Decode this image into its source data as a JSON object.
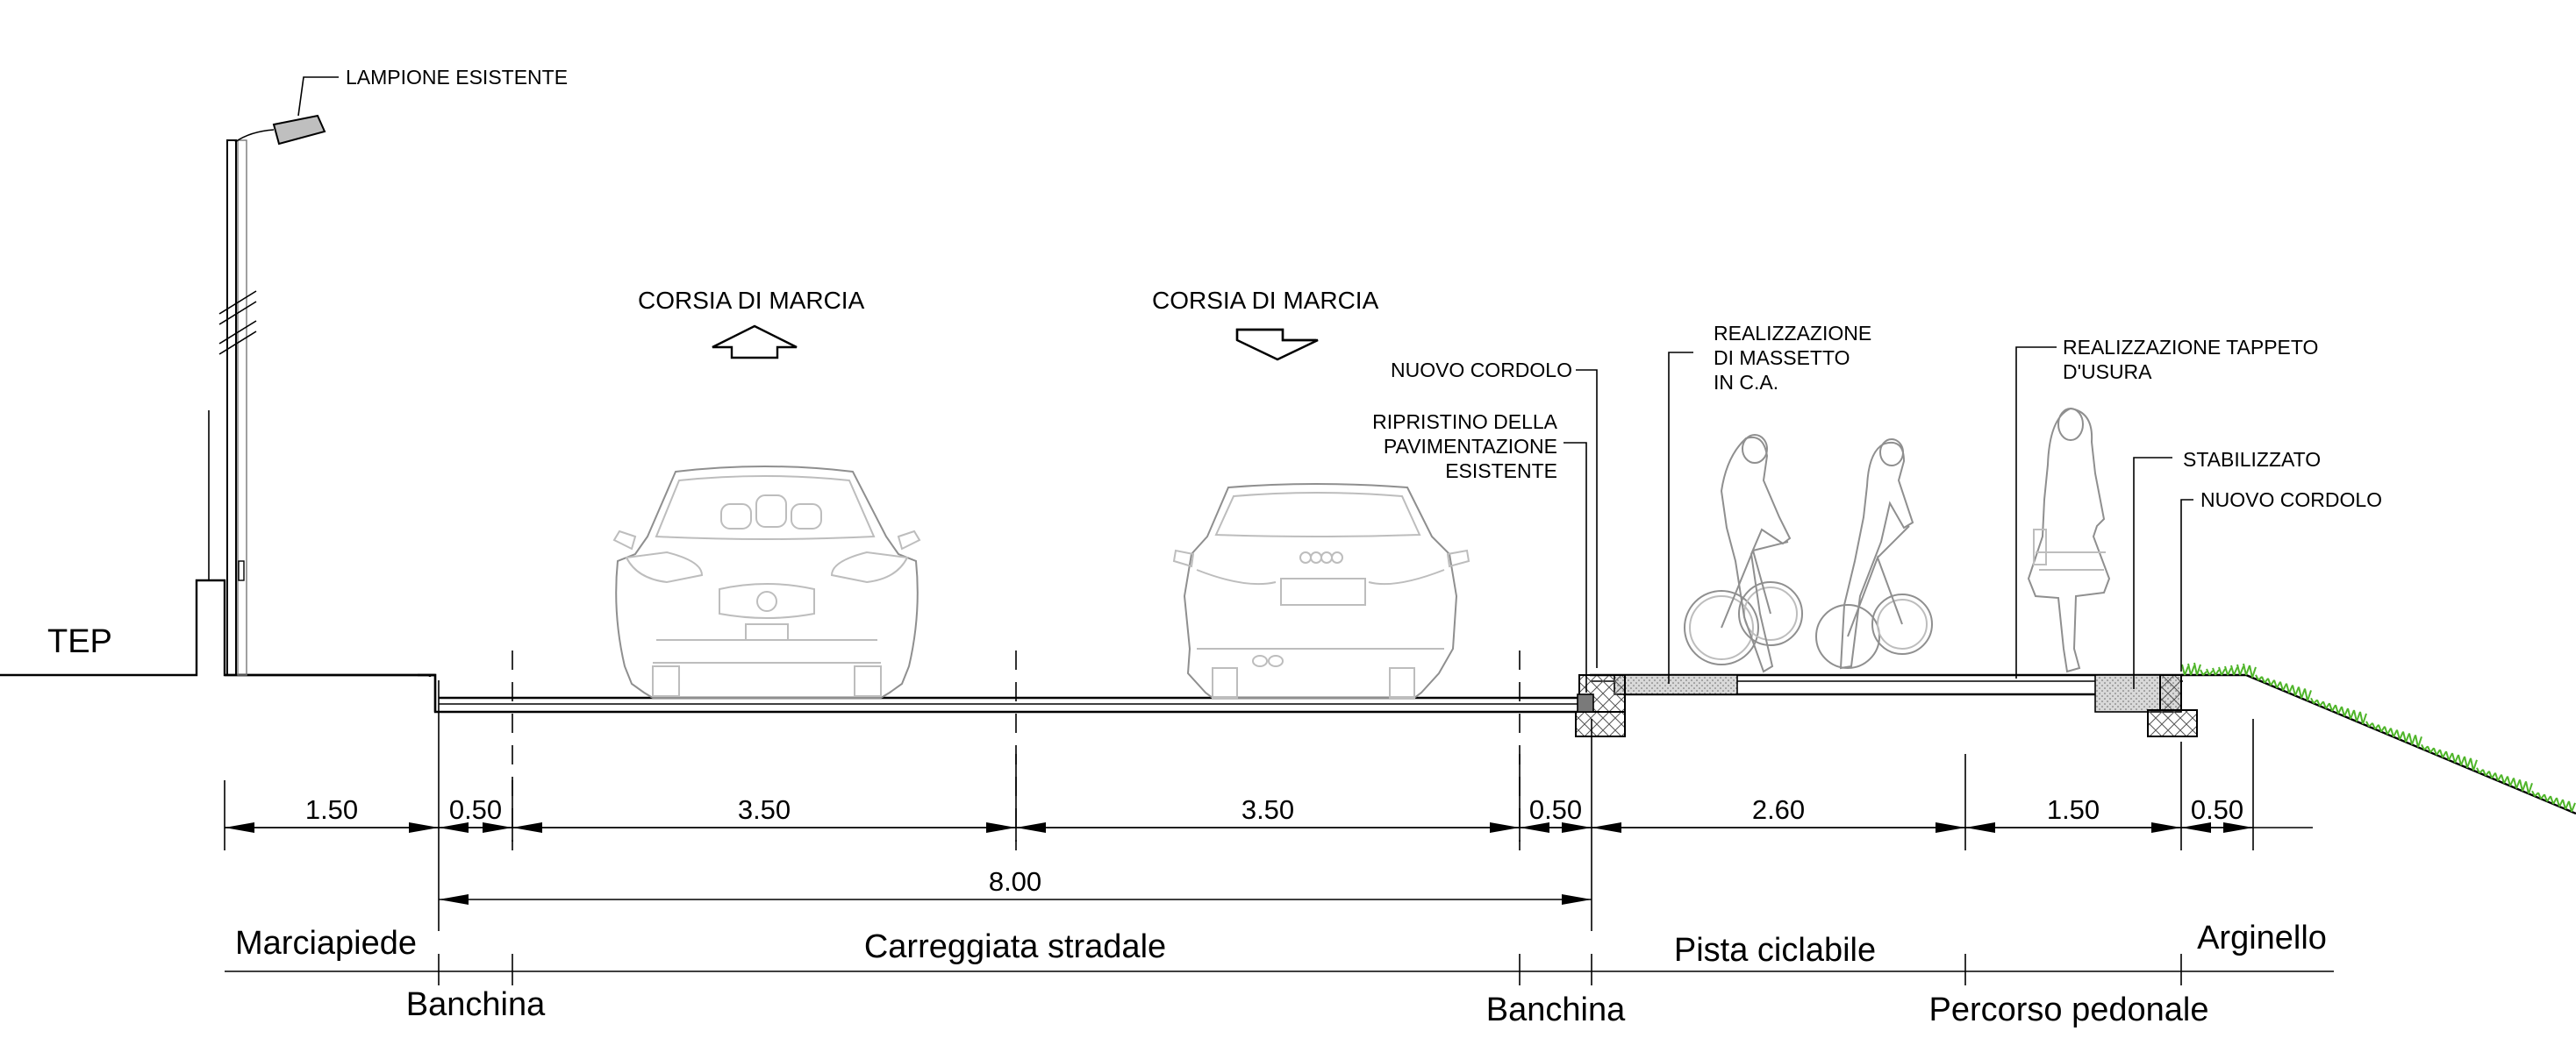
{
  "labels": {
    "tep": "TEP",
    "lampione": "LAMPIONE ESISTENTE",
    "corsia_left": "CORSIA DI MARCIA",
    "corsia_right": "CORSIA DI MARCIA",
    "nuovo_cordolo_left": "NUOVO CORDOLO",
    "ripristino": [
      "RIPRISTINO DELLA",
      "PAVIMENTAZIONE",
      "ESISTENTE"
    ],
    "massetto": [
      "REALIZZAZIONE",
      "DI MASSETTO",
      "IN C.A."
    ],
    "tappeto": [
      "REALIZZAZIONE TAPPETO",
      "D'USURA"
    ],
    "stabilizzato": "STABILIZZATO",
    "nuovo_cordolo_right": "NUOVO CORDOLO"
  },
  "dimensions": {
    "d1": "1.50",
    "d2": "0.50",
    "d3": "3.50",
    "d4": "3.50",
    "d5": "0.50",
    "d6": "2.60",
    "d7": "1.50",
    "d8": "0.50",
    "total": "8.00"
  },
  "zones": {
    "marciapiede": "Marciapiede",
    "carreggiata": "Carreggiata stradale",
    "pista": "Pista ciclabile",
    "arginello": "Arginello",
    "banchina_left": "Banchina",
    "banchina_right": "Banchina",
    "percorso": "Percorso pedonale"
  }
}
